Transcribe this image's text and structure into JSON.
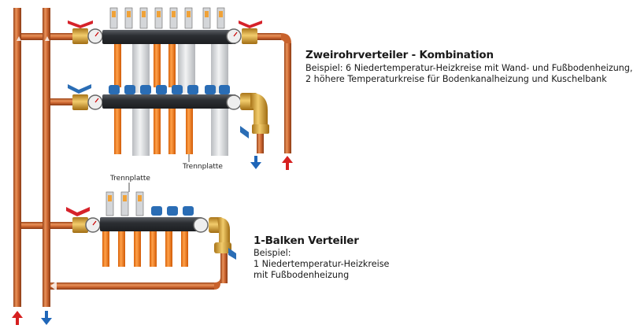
{
  "section_top": {
    "title": "Zweirohrverteiler - Kombination",
    "line1": "Beispiel: 6 Niedertemperatur-Heizkreise mit Wand- und Fußbodenheizung,",
    "line2": "2 höhere Temperaturkreise für Bodenkanalheizung und Kuschelbank",
    "separator_label": "Trennplatte"
  },
  "section_bottom": {
    "title": "1-Balken Verteiler",
    "line1": "Beispiel:",
    "line2": "1 Niedertemperatur-Heizkreise",
    "line3": "mit Fußbodenheizung",
    "separator_label": "Trennplatte"
  },
  "colors": {
    "copper": "#c8622c",
    "copper_light": "#e8925a",
    "brass": "#d9a53c",
    "manifold": "#3a3d42",
    "valve_red": "#d6222a",
    "valve_blue": "#2a6db5",
    "insulation": "#d8dadd",
    "arrow_up": "#d62020",
    "arrow_down": "#1f66b8"
  }
}
